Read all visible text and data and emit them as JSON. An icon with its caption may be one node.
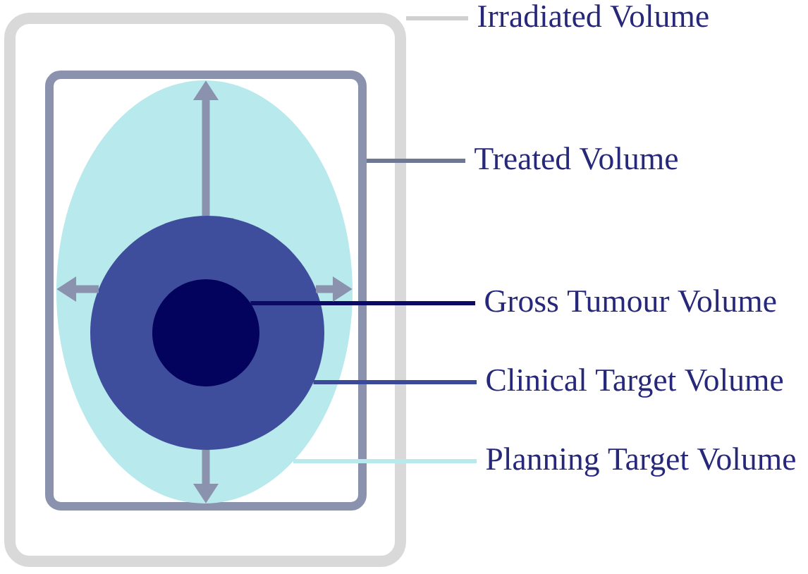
{
  "diagram": {
    "nodes": [
      {
        "text": [],
        "shape": "box"
      },
      {
        "text": [],
        "shape": "box",
        "in": 0
      },
      {
        "text": [],
        "shape": "ellipse",
        "in": 1
      },
      {
        "text": [],
        "shape": "circle",
        "in": 2
      },
      {
        "text": [],
        "shape": "circle",
        "in": 3
      },
      {
        "text": [
          "Irradiated Volume"
        ]
      },
      {
        "text": [
          "Treated Volume"
        ]
      },
      {
        "text": [
          "Gross Tumour Volume"
        ]
      },
      {
        "text": [
          "Clinical Target Volume"
        ]
      },
      {
        "text": [
          "Planning Target Volume"
        ]
      }
    ],
    "edges": [
      {
        "from": 5,
        "to": 0,
        "arrow": "none",
        "color": "#d0d0d0"
      },
      {
        "from": 6,
        "to": 1,
        "arrow": "none",
        "color": "#6e7894"
      },
      {
        "from": 7,
        "to": 4,
        "arrow": "none",
        "color": "#0b0b66"
      },
      {
        "from": 8,
        "to": 3,
        "arrow": "none",
        "color": "#3a4a98"
      },
      {
        "from": 9,
        "to": 2,
        "arrow": "none",
        "color": "#b8e9ec"
      },
      {
        "from": 3,
        "to": 2,
        "arrow": "to",
        "style": "thick",
        "color": "#8b92ad"
      },
      {
        "from": 3,
        "to": 2,
        "arrow": "to",
        "style": "thick",
        "color": "#8b92ad"
      },
      {
        "from": 3,
        "to": 2,
        "arrow": "to",
        "style": "thick",
        "color": "#8b92ad"
      },
      {
        "from": 3,
        "to": 2,
        "arrow": "to",
        "style": "thick",
        "color": "#8b92ad"
      }
    ]
  }
}
